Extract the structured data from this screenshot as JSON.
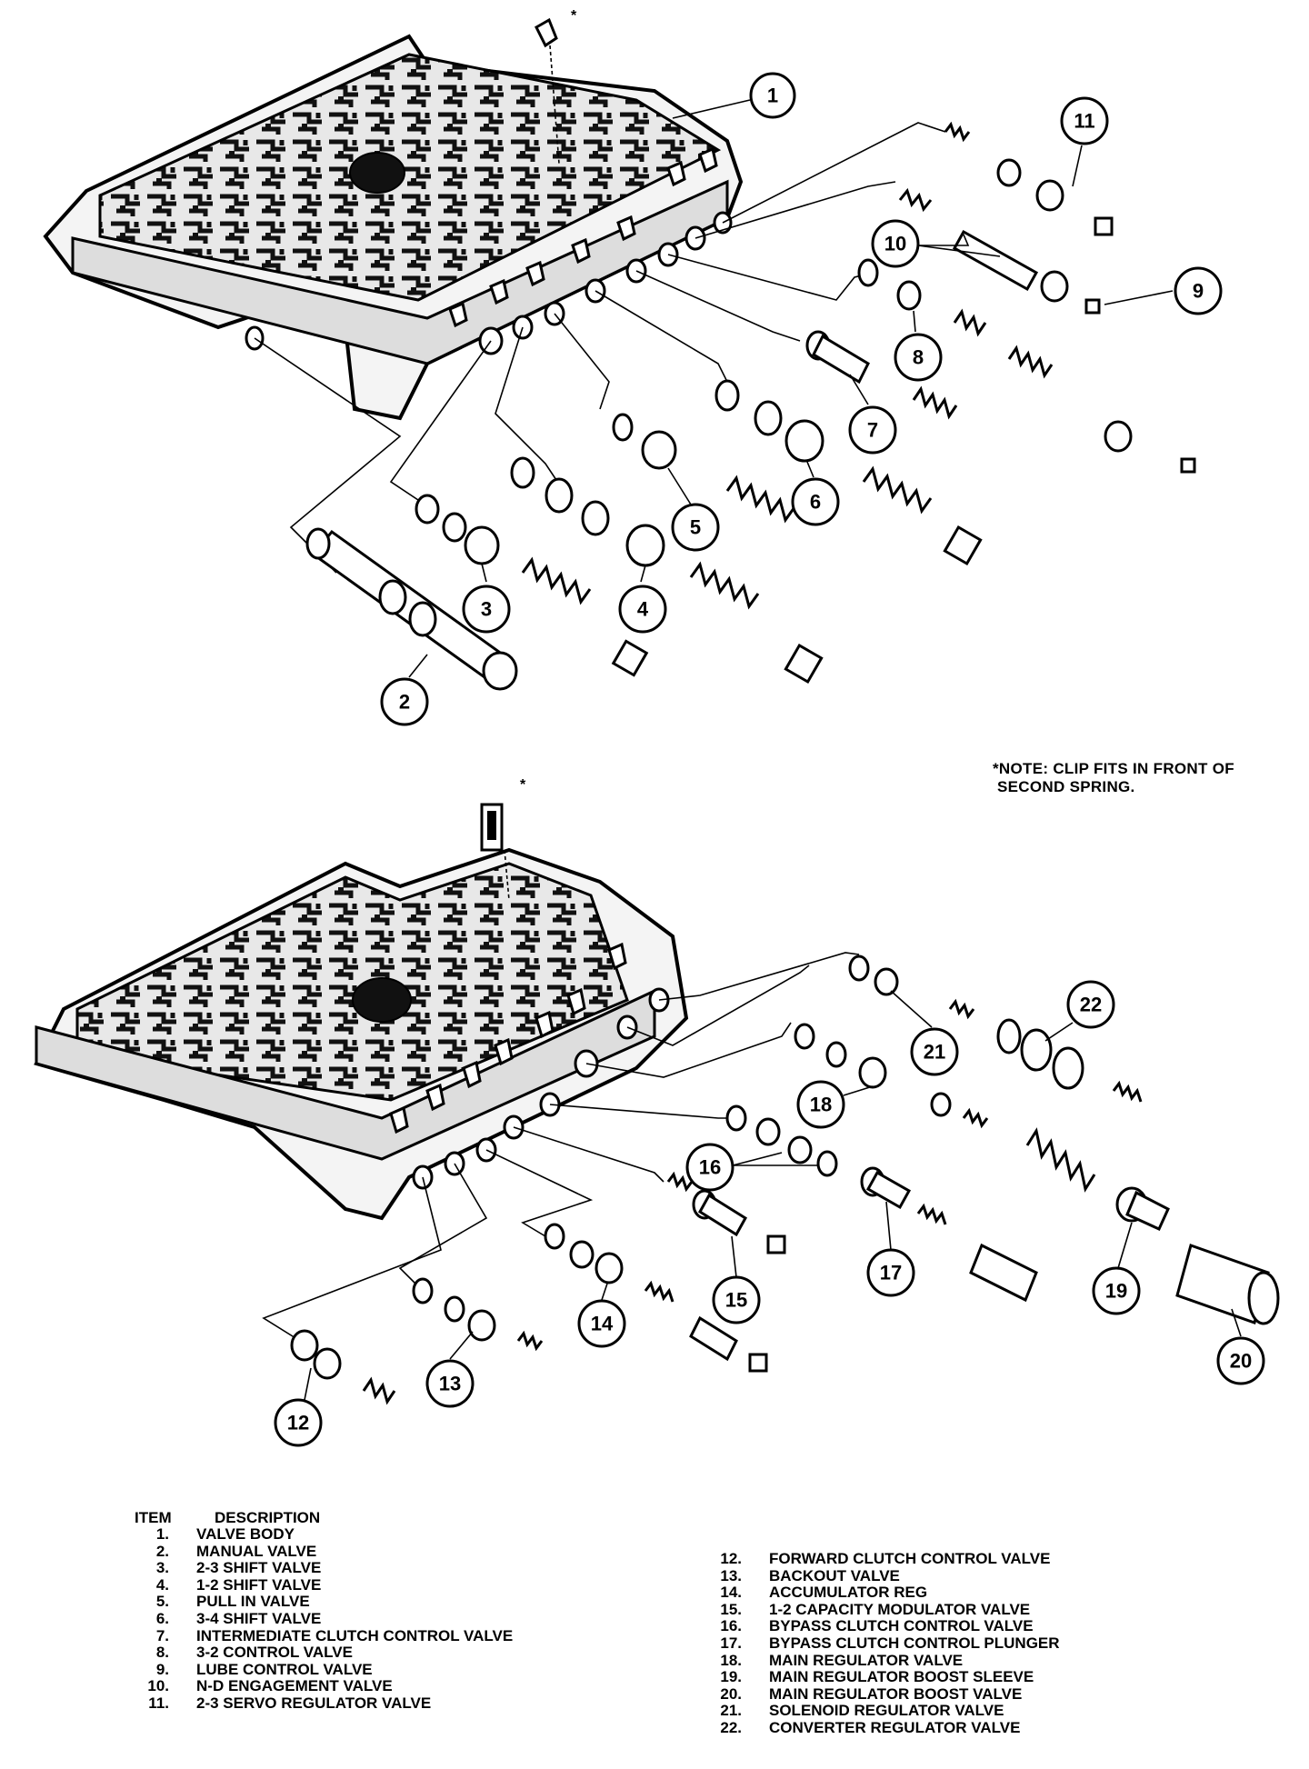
{
  "note_star": "*",
  "note": "*NOTE: CLIP FITS IN FRONT OF\n SECOND SPRING.",
  "callouts": [
    "1",
    "2",
    "3",
    "4",
    "5",
    "6",
    "7",
    "8",
    "9",
    "10",
    "11",
    "12",
    "13",
    "14",
    "15",
    "16",
    "17",
    "18",
    "19",
    "20",
    "21",
    "22"
  ],
  "legend": {
    "item_header": "ITEM",
    "description_header": "DESCRIPTION",
    "left_items": [
      {
        "num": "1.",
        "desc": "VALVE BODY"
      },
      {
        "num": "2.",
        "desc": "MANUAL VALVE"
      },
      {
        "num": "3.",
        "desc": "2-3 SHIFT VALVE"
      },
      {
        "num": "4.",
        "desc": "1-2 SHIFT VALVE"
      },
      {
        "num": "5.",
        "desc": "PULL IN VALVE"
      },
      {
        "num": "6.",
        "desc": "3-4 SHIFT VALVE"
      },
      {
        "num": "7.",
        "desc": "INTERMEDIATE CLUTCH CONTROL VALVE"
      },
      {
        "num": "8.",
        "desc": "3-2 CONTROL VALVE"
      },
      {
        "num": "9.",
        "desc": "LUBE CONTROL VALVE"
      },
      {
        "num": "10.",
        "desc": "N-D ENGAGEMENT VALVE"
      },
      {
        "num": "11.",
        "desc": "2-3 SERVO REGULATOR VALVE"
      }
    ],
    "right_items": [
      {
        "num": "12.",
        "desc": "FORWARD CLUTCH CONTROL VALVE"
      },
      {
        "num": "13.",
        "desc": "BACKOUT VALVE"
      },
      {
        "num": "14.",
        "desc": "ACCUMULATOR REG"
      },
      {
        "num": "15.",
        "desc": "1-2 CAPACITY MODULATOR VALVE"
      },
      {
        "num": "16.",
        "desc": "BYPASS CLUTCH CONTROL VALVE"
      },
      {
        "num": "17.",
        "desc": "BYPASS CLUTCH CONTROL PLUNGER"
      },
      {
        "num": "18.",
        "desc": "MAIN REGULATOR VALVE"
      },
      {
        "num": "19.",
        "desc": "MAIN REGULATOR BOOST SLEEVE"
      },
      {
        "num": "20.",
        "desc": "MAIN REGULATOR BOOST VALVE"
      },
      {
        "num": "21.",
        "desc": "SOLENOID REGULATOR VALVE"
      },
      {
        "num": "22.",
        "desc": "CONVERTER REGULATOR VALVE"
      }
    ]
  }
}
